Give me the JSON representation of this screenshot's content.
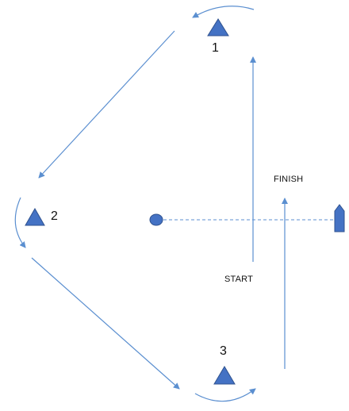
{
  "diagram": {
    "marks": [
      {
        "id": "1",
        "label": "1"
      },
      {
        "id": "2",
        "label": "2"
      },
      {
        "id": "3",
        "label": "3"
      }
    ],
    "start_label": "START",
    "finish_label": "FINISH",
    "colors": {
      "mark_fill": "#4472c4",
      "mark_stroke": "#2f528f",
      "line": "#5b8fd0"
    },
    "icons": {
      "mark": "triangle-buoy-icon",
      "pin": "circle-buoy-icon",
      "committee_boat": "boat-icon"
    }
  }
}
